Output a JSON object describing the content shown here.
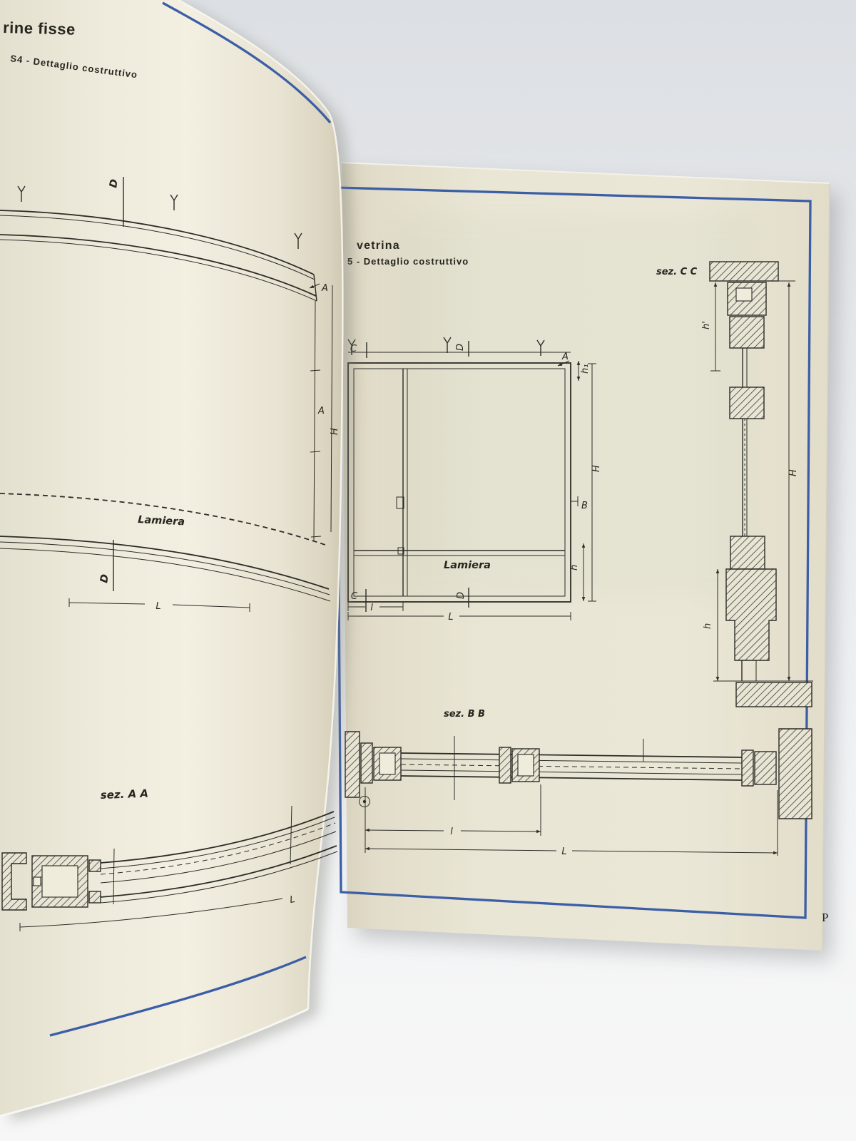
{
  "palette": {
    "frame_blue": "#3b5ea6",
    "paper_cream": "#ebe7d7",
    "ink": "#2c2c27",
    "photo_background": "#e9ebee"
  },
  "left_page": {
    "title_fragment": "rine fisse",
    "subtitle": "S4 - Dettaglio costruttivo",
    "section_label": "sez. A A",
    "material_label": "Lamiera",
    "dims": {
      "d_section_top": "D",
      "d_section_mid": "D",
      "l_width": "L",
      "a_detail": "A",
      "a_height": "A",
      "h_height": "H",
      "l_section": "L"
    }
  },
  "right_page": {
    "title": "vetrina",
    "subtitle": "5 - Dettaglio costruttivo",
    "section_cc_label": "sez. C C",
    "section_bb_label": "sez. B B",
    "material_label": "Lamiera",
    "page_number_fragment": "P",
    "elevation_dims": {
      "c_section_top": "C",
      "d_section_top": "D",
      "a_corner": "A",
      "h1_corner": "h₁",
      "h_total": "H",
      "b_section": "B",
      "h_panel": "h",
      "c_section_bottom": "C",
      "l_door": "l",
      "d_section_bottom": "D",
      "l_total": "L"
    },
    "section_bb_dims": {
      "l_door": "l",
      "l_total": "L"
    },
    "section_cc_dims": {
      "h_prime": "h'",
      "h_total": "H",
      "h_sill": "h"
    }
  }
}
